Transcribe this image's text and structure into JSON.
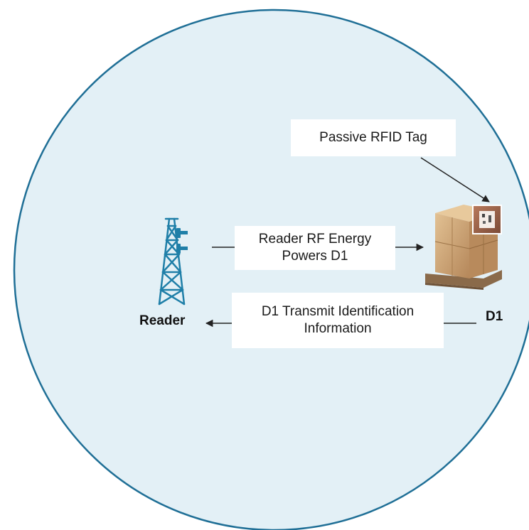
{
  "labels": {
    "tag": "Passive RFID Tag",
    "energy": [
      "Reader RF Energy",
      "Powers D1"
    ],
    "ident": [
      "D1 Transmit Identification",
      "Information"
    ],
    "reader": "Reader",
    "device": "D1"
  },
  "colors": {
    "range_fill": "#e3f0f6",
    "range_stroke": "#1f6f96",
    "tower": "#1f7fa8",
    "arrow": "#222222",
    "box_brown": "#c89a66"
  },
  "icons": {
    "reader": "cell-tower-icon",
    "device": "cardboard-boxes-on-pallet",
    "tag": "rfid-tag-icon"
  }
}
